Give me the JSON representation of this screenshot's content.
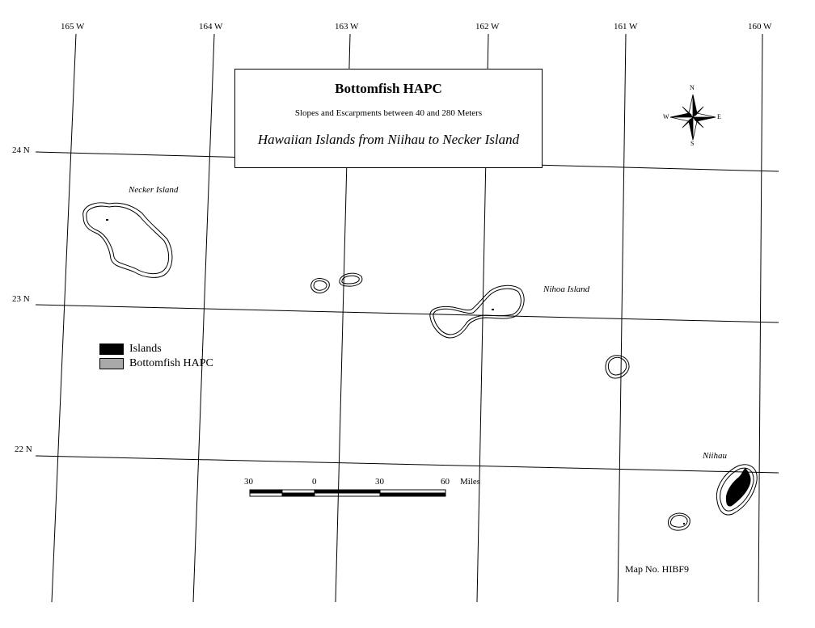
{
  "title": {
    "main": "Bottomfish HAPC",
    "subtitle": "Slopes and Escarpments between 40 and 280 Meters",
    "region": "Hawaiian Islands from Niihau to Necker Island"
  },
  "graticule": {
    "longitudes": [
      "165 W",
      "164 W",
      "163 W",
      "162 W",
      "161 W",
      "160 W"
    ],
    "latitudes": [
      "24 N",
      "23 N",
      "22 N"
    ]
  },
  "islands": {
    "necker": "Necker Island",
    "nihoa": "Nihoa Island",
    "niihau": "Niihau"
  },
  "legend": [
    {
      "label": "Islands",
      "color": "#000000"
    },
    {
      "label": "Bottomfish HAPC",
      "color": "#a8a8a8"
    }
  ],
  "scale_bar": {
    "labels": [
      "30",
      "0",
      "30",
      "60"
    ],
    "unit": "Miles"
  },
  "compass": {
    "n": "N",
    "s": "S",
    "e": "E",
    "w": "W"
  },
  "map_number": "Map No. HIBF9"
}
